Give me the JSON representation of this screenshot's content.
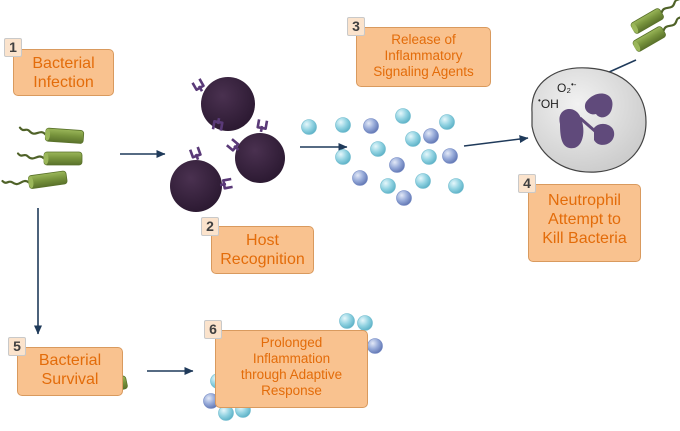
{
  "steps": [
    {
      "number": "1",
      "lines": [
        "Bacterial",
        "Infection"
      ]
    },
    {
      "number": "2",
      "lines": [
        "Host",
        "Recognition"
      ]
    },
    {
      "number": "3",
      "lines": [
        "Release of",
        "Inflammatory",
        "Signaling Agents"
      ]
    },
    {
      "number": "4",
      "lines": [
        "Neutrophil",
        "Attempt to",
        "Kill Bacteria"
      ]
    },
    {
      "number": "5",
      "lines": [
        "Bacterial",
        "Survival"
      ]
    },
    {
      "number": "6",
      "lines": [
        "Prolonged",
        "Inflammation",
        "through Adaptive",
        "Response"
      ]
    }
  ],
  "neutrophil_labels": {
    "superoxide": "O₂",
    "superoxide_charge": "•-",
    "hydroxyl": "OH",
    "hydroxyl_dot": "•"
  },
  "colors": {
    "box_fill": "#f9c28f",
    "box_text": "#e36c0a",
    "bacteria": "#77933c",
    "flagella": "#4f6228",
    "host_cell": "#3b2640",
    "antibody": "#5a3a78",
    "signal_cyan": "#92d3e2",
    "signal_blue": "#95a9d8",
    "arrow": "#1f3a5a",
    "neutrophil": "#d9d9d9",
    "nucleus": "#604a7b"
  }
}
